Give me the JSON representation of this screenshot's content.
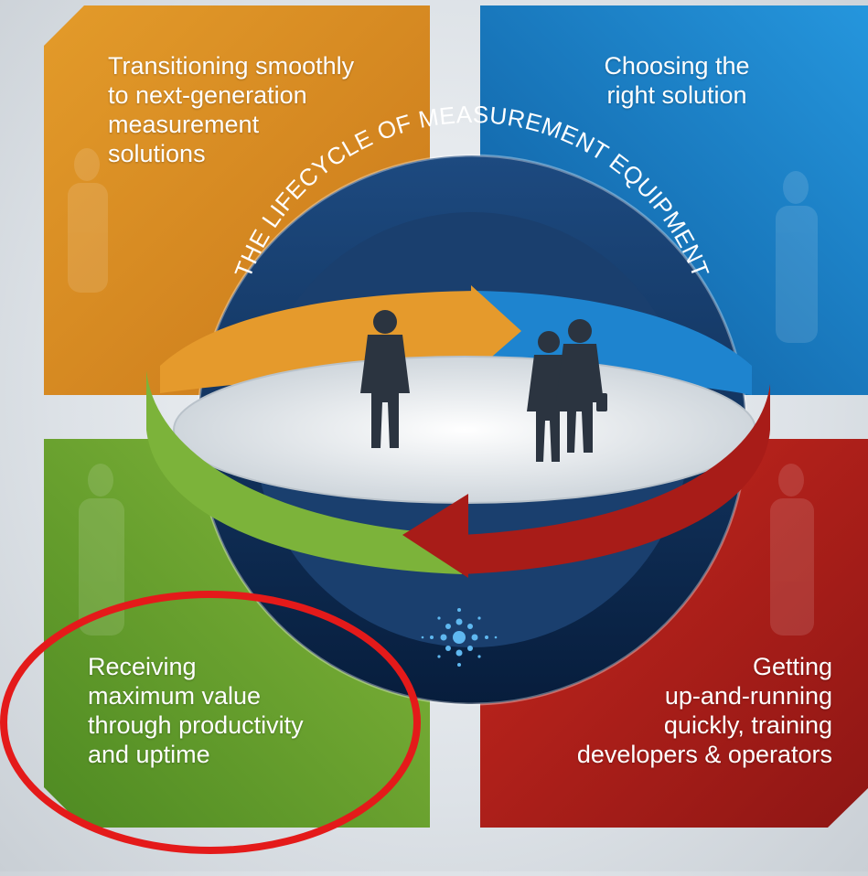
{
  "diagram": {
    "ring_title": "THE LIFECYCLE OF MEASUREMENT EQUIPMENT",
    "quadrants": {
      "top_left": {
        "lines": [
          "Transitioning smoothly",
          "to next-generation",
          "measurement",
          "solutions"
        ],
        "color": "#d98a1f"
      },
      "top_right": {
        "lines": [
          "Choosing the",
          "right solution"
        ],
        "color": "#1a7cc4"
      },
      "bottom_left": {
        "lines": [
          "Receiving",
          "maximum value",
          "through productivity",
          "and uptime"
        ],
        "color": "#6a9f2a"
      },
      "bottom_right": {
        "lines": [
          "Getting",
          "up-and-running",
          "quickly, training",
          "developers & operators"
        ],
        "color": "#b0201c"
      }
    },
    "ring_color": "#0f2f5a",
    "highlight_color": "#e41a1a",
    "logo": "starburst-logo-icon"
  }
}
